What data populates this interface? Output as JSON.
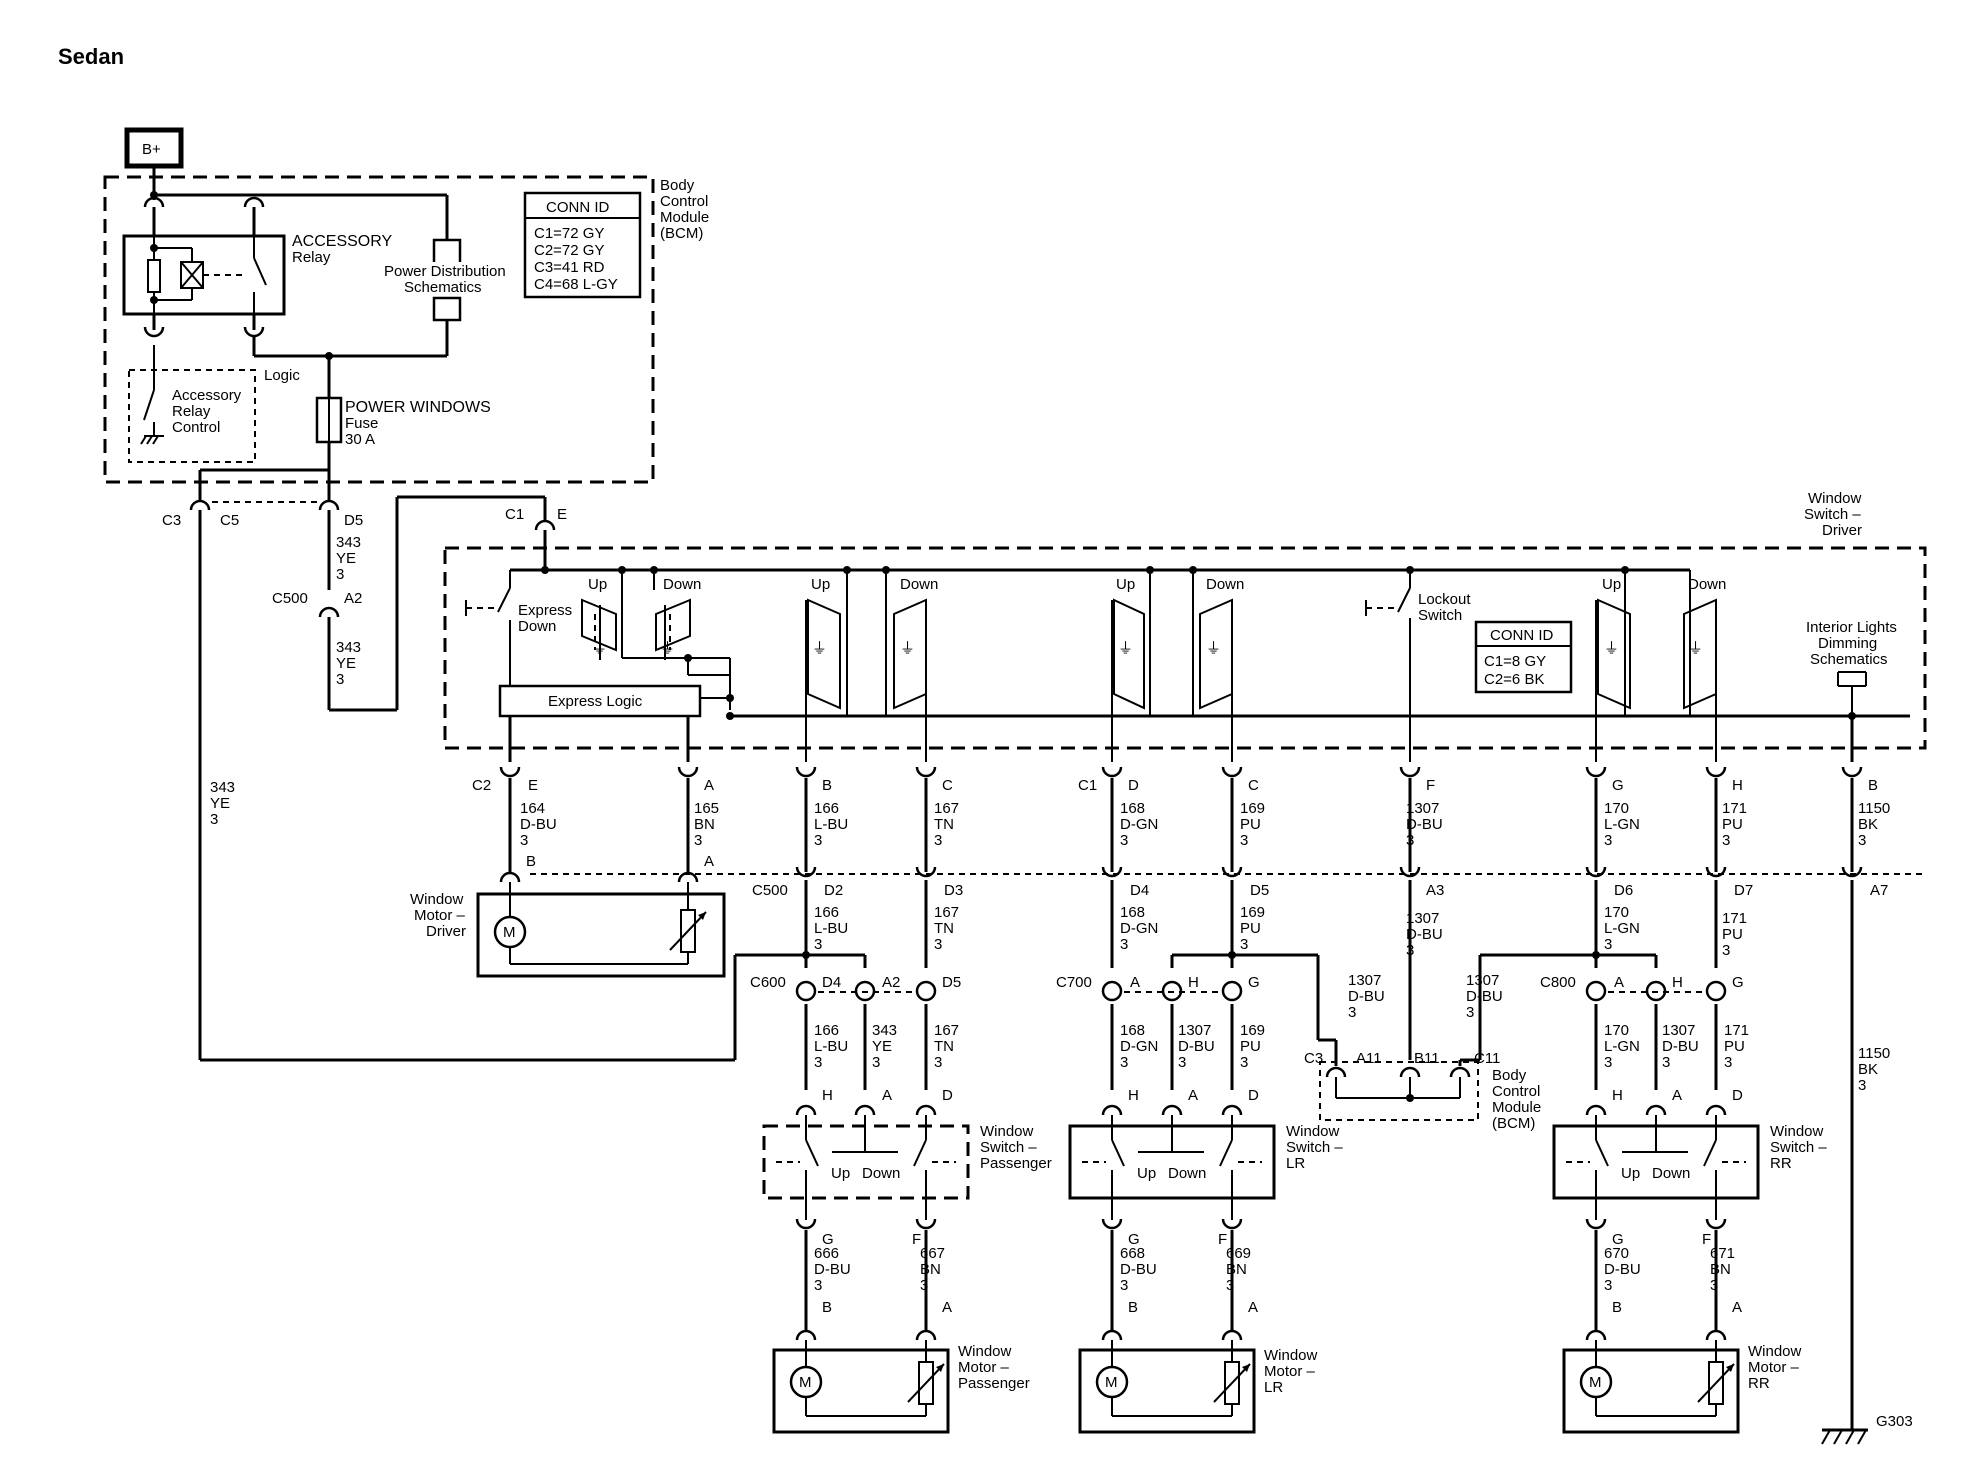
{
  "title": "Sedan",
  "bplus": "B+",
  "bcm_top": {
    "label1": "Body",
    "label2": "Control",
    "label3": "Module",
    "label4": "(BCM)"
  },
  "conn_id_top": {
    "header": "CONN ID",
    "rows": [
      "C1=72 GY",
      "C2=72 GY",
      "C3=41 RD",
      "C4=68 L-GY"
    ]
  },
  "accessory_relay": {
    "line1": "ACCESSORY",
    "line2": "Relay"
  },
  "power_distribution": {
    "line1": "Power Distribution",
    "line2": "Schematics"
  },
  "logic": "Logic",
  "accessory_relay_control": {
    "line1": "Accessory",
    "line2": "Relay",
    "line3": "Control"
  },
  "fuse": {
    "line1": "POWER WINDOWS",
    "line2": "Fuse",
    "line3": "30 A"
  },
  "bcm_pins": {
    "c3": "C3",
    "c5": "C5",
    "d5": "D5",
    "c1": "C1",
    "e": "E"
  },
  "wire_343_top": {
    "num": "343",
    "color": "YE",
    "size": "3"
  },
  "c500_a2": {
    "conn": "C500",
    "pin": "A2"
  },
  "wire_343_mid": {
    "num": "343",
    "color": "YE",
    "size": "3"
  },
  "wire_343_left": {
    "num": "343",
    "color": "YE",
    "size": "3"
  },
  "ws_driver": {
    "line1": "Window",
    "line2": "Switch –",
    "line3": "Driver"
  },
  "ws_labels": {
    "up1": "Up",
    "down1": "Down",
    "up2": "Up",
    "down2": "Down",
    "up3": "Up",
    "down3": "Down",
    "up4": "Up",
    "down4": "Down",
    "express_down1": "Express",
    "express_down2": "Down",
    "lockout1": "Lockout",
    "lockout2": "Switch",
    "express_logic": "Express Logic",
    "interior1": "Interior Lights",
    "interior2": "Dimming",
    "interior3": "Schematics"
  },
  "conn_id_ws": {
    "header": "CONN ID",
    "rows": [
      "C1=8 GY",
      "C2=6 BK"
    ]
  },
  "ws_pins": {
    "c2": "C2",
    "e": "E",
    "a": "A",
    "b": "B",
    "c": "C",
    "c1": "C1",
    "d": "D",
    "c_2": "C",
    "f": "F",
    "g": "G",
    "h": "H",
    "b_2": "B"
  },
  "ws_wires": [
    {
      "num": "164",
      "color": "D-BU",
      "size": "3"
    },
    {
      "num": "165",
      "color": "BN",
      "size": "3"
    },
    {
      "num": "166",
      "color": "L-BU",
      "size": "3"
    },
    {
      "num": "167",
      "color": "TN",
      "size": "3"
    },
    {
      "num": "168",
      "color": "D-GN",
      "size": "3"
    },
    {
      "num": "169",
      "color": "PU",
      "size": "3"
    },
    {
      "num": "1307",
      "color": "D-BU",
      "size": "3"
    },
    {
      "num": "170",
      "color": "L-GN",
      "size": "3"
    },
    {
      "num": "171",
      "color": "PU",
      "size": "3"
    },
    {
      "num": "1150",
      "color": "BK",
      "size": "3"
    }
  ],
  "wm_driver": {
    "pin_b": "B",
    "pin_a": "A",
    "line1": "Window",
    "line2": "Motor –",
    "line3": "Driver",
    "m": "M"
  },
  "c500_row": {
    "conn": "C500",
    "d2": "D2",
    "d3": "D3",
    "d4": "D4",
    "d5": "D5",
    "a3": "A3",
    "d6": "D6",
    "d7": "D7",
    "a7": "A7"
  },
  "c500_wires": [
    {
      "num": "166",
      "color": "L-BU",
      "size": "3"
    },
    {
      "num": "167",
      "color": "TN",
      "size": "3"
    },
    {
      "num": "168",
      "color": "D-GN",
      "size": "3"
    },
    {
      "num": "169",
      "color": "PU",
      "size": "3"
    },
    {
      "num": "1307",
      "color": "D-BU",
      "size": "3"
    },
    {
      "num": "170",
      "color": "L-GN",
      "size": "3"
    },
    {
      "num": "171",
      "color": "PU",
      "size": "3"
    }
  ],
  "c600_row": {
    "conn": "C600",
    "d4": "D4",
    "a2": "A2",
    "d5": "D5"
  },
  "c600_wires": [
    {
      "num": "166",
      "color": "L-BU",
      "size": "3"
    },
    {
      "num": "343",
      "color": "YE",
      "size": "3"
    },
    {
      "num": "167",
      "color": "TN",
      "size": "3"
    }
  ],
  "c700_row": {
    "conn": "C700",
    "a": "A",
    "h": "H",
    "g": "G"
  },
  "c700_wires": [
    {
      "num": "168",
      "color": "D-GN",
      "size": "3"
    },
    {
      "num": "1307",
      "color": "D-BU",
      "size": "3"
    },
    {
      "num": "169",
      "color": "PU",
      "size": "3"
    }
  ],
  "bcm_bottom": {
    "w1": {
      "num": "1307",
      "color": "D-BU",
      "size": "3"
    },
    "w2": {
      "num": "1307",
      "color": "D-BU",
      "size": "3"
    },
    "c3": "C3",
    "a11": "A11",
    "b11": "B11",
    "c11": "C11",
    "line1": "Body",
    "line2": "Control",
    "line3": "Module",
    "line4": "(BCM)"
  },
  "c800_row": {
    "conn": "C800",
    "a": "A",
    "h": "H",
    "g": "G"
  },
  "c800_wires": [
    {
      "num": "170",
      "color": "L-GN",
      "size": "3"
    },
    {
      "num": "1307",
      "color": "D-BU",
      "size": "3"
    },
    {
      "num": "171",
      "color": "PU",
      "size": "3"
    }
  ],
  "ground_wire": {
    "num": "1150",
    "color": "BK",
    "size": "3"
  },
  "ground": "G303",
  "ws_passenger": {
    "h": "H",
    "a": "A",
    "d": "D",
    "up": "Up",
    "down": "Down",
    "line1": "Window",
    "line2": "Switch –",
    "line3": "Passenger",
    "g": "G",
    "f": "F"
  },
  "ws_lr": {
    "h": "H",
    "a": "A",
    "d": "D",
    "up": "Up",
    "down": "Down",
    "line1": "Window",
    "line2": "Switch –",
    "line3": "LR",
    "g": "G",
    "f": "F"
  },
  "ws_rr": {
    "h": "H",
    "a": "A",
    "d": "D",
    "up": "Up",
    "down": "Down",
    "line1": "Window",
    "line2": "Switch –",
    "line3": "RR",
    "g": "G",
    "f": "F"
  },
  "motor_wires_passenger": [
    {
      "num": "666",
      "color": "D-BU",
      "size": "3"
    },
    {
      "num": "667",
      "color": "BN",
      "size": "3"
    }
  ],
  "motor_wires_lr": [
    {
      "num": "668",
      "color": "D-BU",
      "size": "3"
    },
    {
      "num": "669",
      "color": "BN",
      "size": "3"
    }
  ],
  "motor_wires_rr": [
    {
      "num": "670",
      "color": "D-BU",
      "size": "3"
    },
    {
      "num": "671",
      "color": "BN",
      "size": "3"
    }
  ],
  "wm_passenger": {
    "b": "B",
    "a": "A",
    "m": "M",
    "line1": "Window",
    "line2": "Motor –",
    "line3": "Passenger"
  },
  "wm_lr": {
    "b": "B",
    "a": "A",
    "m": "M",
    "line1": "Window",
    "line2": "Motor –",
    "line3": "LR"
  },
  "wm_rr": {
    "b": "B",
    "a": "A",
    "m": "M",
    "line1": "Window",
    "line2": "Motor –",
    "line3": "RR"
  }
}
